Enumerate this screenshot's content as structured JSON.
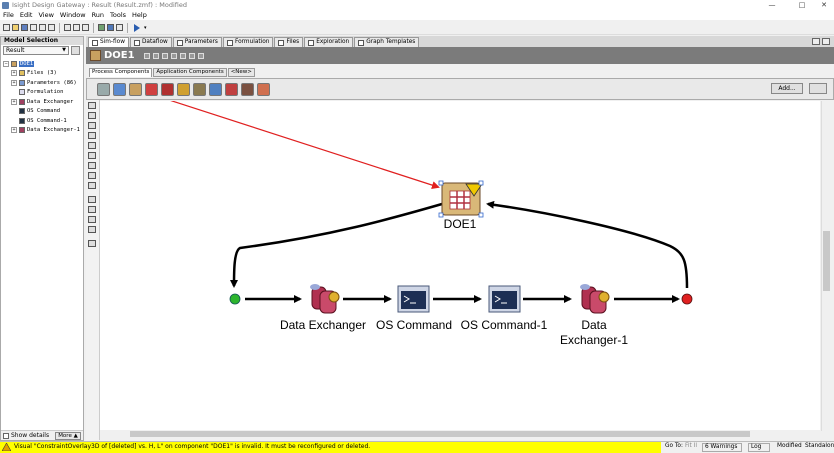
{
  "window": {
    "title": "Isight Design Gateway : Result (Result.zmf) : Modified",
    "controls": [
      "—",
      "□",
      "✕"
    ]
  },
  "menu": [
    "File",
    "Edit",
    "View",
    "Window",
    "Run",
    "Tools",
    "Help"
  ],
  "left_panel": {
    "title": "Model Selection",
    "selector_value": "Result",
    "tree": [
      {
        "label": "DOE1",
        "selected": true
      },
      {
        "label": "Files (3)"
      },
      {
        "label": "Parameters (86)"
      },
      {
        "label": "Formulation"
      },
      {
        "label": "Data Exchanger"
      },
      {
        "label": "OS Command"
      },
      {
        "label": "OS Command-1"
      },
      {
        "label": "Data Exchanger-1"
      }
    ],
    "show_details": "Show details",
    "more": "More ▲"
  },
  "tabs": [
    "Sim-flow",
    "Dataflow",
    "Parameters",
    "Formulation",
    "Files",
    "Exploration",
    "Graph Templates"
  ],
  "doc": {
    "title": "DOE1"
  },
  "subtabs": [
    "Process Components",
    "Application Components",
    "<New>"
  ],
  "palette": {
    "add_label": "Add..."
  },
  "workflow": {
    "nodes": [
      {
        "id": "doe1",
        "label": "DOE1"
      },
      {
        "id": "dx1",
        "label": "Data Exchanger"
      },
      {
        "id": "os1",
        "label": "OS Command"
      },
      {
        "id": "os2",
        "label": "OS Command-1"
      },
      {
        "id": "dx2",
        "label_line1": "Data",
        "label_line2": "Exchanger-1"
      }
    ],
    "colors": {
      "start": "#2db52d",
      "end": "#e02020",
      "drag_arrow": "#e02020"
    }
  },
  "status": {
    "warning": "Visual \"ConstraintOverlay3D of [deleted] vs. H, L\" on component \"DOE1\" is invalid.  It must be reconfigured or deleted.",
    "goto": "Go To:",
    "fit": "Fit II",
    "warnings": "6 Warnings",
    "log": "Log",
    "modified": "Modified",
    "standalone": "Standalone"
  }
}
